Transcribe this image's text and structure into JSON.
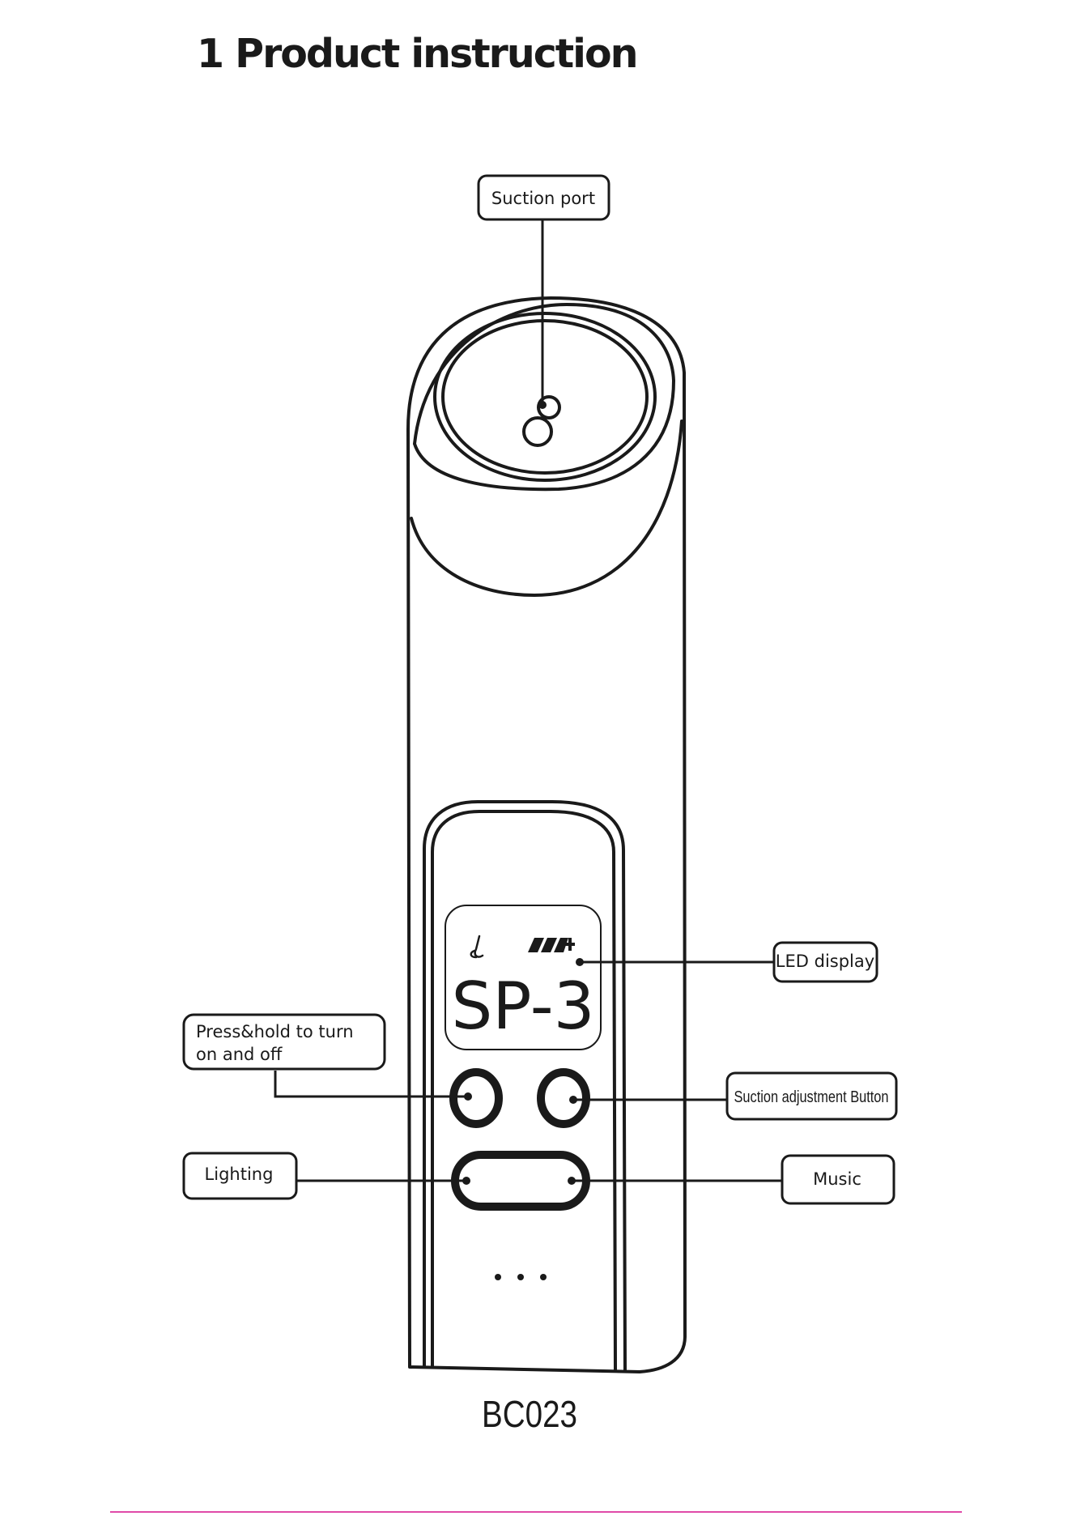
{
  "page": {
    "section_title": "1 Product instruction",
    "model_code": "BC023"
  },
  "device": {
    "screen_mode": "SP-3",
    "nose_icon": "nose-icon",
    "battery_icon": "battery-icon",
    "dots": "• • •"
  },
  "callouts": {
    "suction_port": "Suction port",
    "led_display": "LED display",
    "power_line1": "Press&hold to turn",
    "power_line2": "on and off",
    "suction_adjust": "Suction adjustment Button",
    "lighting": "Lighting",
    "music": "Music"
  },
  "colors": {
    "line": "#1a1a1a",
    "footer_rule": "#e04aa8"
  }
}
